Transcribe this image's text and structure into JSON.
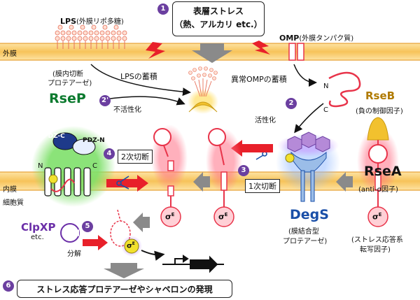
{
  "steps": {
    "s1": "1",
    "s2": "2",
    "s2p": "2'",
    "s3": "3",
    "s4": "4",
    "s5": "5",
    "s6": "6"
  },
  "stress_box": {
    "line1": "表層ストレス",
    "line2": "（熱、アルカリ etc.）"
  },
  "labels": {
    "lps": "LPS",
    "lps_note": "(外膜リポ多糖)",
    "omp": "OMP",
    "omp_note": "(外膜タンパク質)",
    "outer_membrane": "外膜",
    "inner_membrane": "内膜",
    "cytoplasm": "細胞質",
    "lps_accum": "LPSの蓄積",
    "abnormal_omp_accum": "異常OMPの蓄積",
    "inactivation": "不活性化",
    "activation": "活性化",
    "rsep_note1": "(膜内切断",
    "rsep_note2": "プロテアーゼ)",
    "rsep": "RseP",
    "pdz_c": "PDZ-C",
    "pdz_n": "PDZ-N",
    "n_term": "N",
    "c_term": "C",
    "n_term_omp": "N",
    "c_term_omp": "C",
    "second_cleavage": "2次切断",
    "first_cleavage": "1次切断",
    "rseb": "RseB",
    "rseb_note": "(負の制御因子)",
    "rsea": "RseA",
    "rsea_note": "(anti-σ因子)",
    "degs": "DegS",
    "degs_note1": "(膜結合型",
    "degs_note2": "プロテアーゼ)",
    "sigma_note1": "(ストレス応答系",
    "sigma_note2": "転写因子)",
    "clpxp": "ClpXP",
    "clpxp_etc": "etc.",
    "degradation": "分解",
    "sigma": "σ",
    "sigma_sup": "E",
    "final": "ストレス応答プロテアーゼやシャペロンの発現"
  },
  "colors": {
    "membrane": "#f7c35a",
    "membrane_edge": "#e8a33a",
    "step_circle": "#6b3fa0",
    "rsep_glow": "#7ee06a",
    "protein_red": "#e8344a",
    "degs_blue": "#9bbde8",
    "degs_purple": "#b58ad8",
    "arrow_red": "#e8202a",
    "arrow_gray": "#8a8a8a",
    "rseb_yellow": "#f2c12e",
    "rsep_text": "#0b7a2e",
    "degs_text": "#1a4fa8",
    "clpxp_text": "#6b2fa8"
  }
}
